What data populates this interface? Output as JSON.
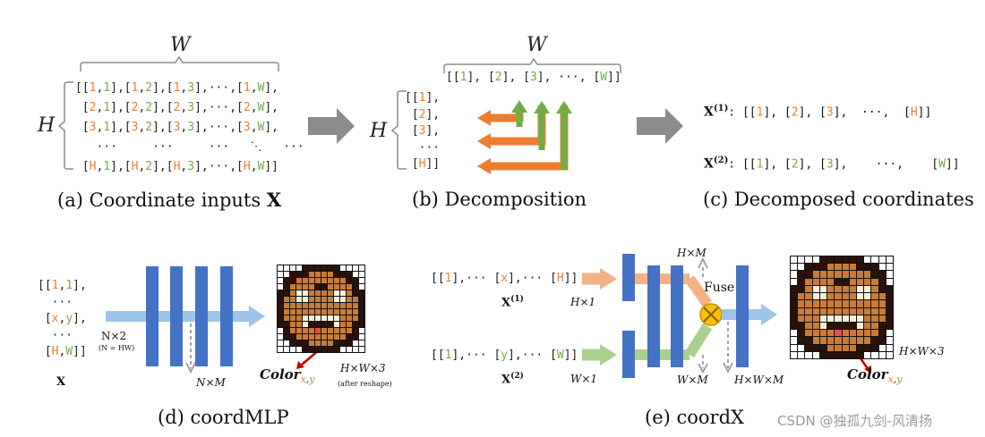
{
  "colors": {
    "orange": "#ed7d31",
    "green": "#70ad47",
    "blue": "#4472c4",
    "lightblue": "#9dc3e6",
    "gray": "#7f7f7f"
  },
  "panel_a": {
    "w_label": "W",
    "h_label": "H",
    "rows": [
      [
        [
          "[[",
          ""
        ],
        [
          "1",
          "o"
        ],
        [
          ",",
          ""
        ],
        [
          "1",
          "g"
        ],
        [
          "],[",
          ""
        ],
        [
          "1",
          "o"
        ],
        [
          ",",
          ""
        ],
        [
          "2",
          "g"
        ],
        [
          "],[",
          ""
        ],
        [
          "1",
          "o"
        ],
        [
          ",",
          ""
        ],
        [
          "3",
          "g"
        ],
        [
          "],···,[",
          ""
        ],
        [
          "1",
          "o"
        ],
        [
          ",",
          ""
        ],
        [
          "W",
          "g"
        ],
        [
          "],",
          ""
        ]
      ],
      [
        [
          " [",
          ""
        ],
        [
          "2",
          "o"
        ],
        [
          ",",
          ""
        ],
        [
          "1",
          "g"
        ],
        [
          "],[",
          ""
        ],
        [
          "2",
          "o"
        ],
        [
          ",",
          ""
        ],
        [
          "2",
          "g"
        ],
        [
          "],[",
          ""
        ],
        [
          "2",
          "o"
        ],
        [
          ",",
          ""
        ],
        [
          "3",
          "g"
        ],
        [
          "],···,[",
          ""
        ],
        [
          "2",
          "o"
        ],
        [
          ",",
          ""
        ],
        [
          "W",
          "g"
        ],
        [
          "],",
          ""
        ]
      ],
      [
        [
          " [",
          ""
        ],
        [
          "3",
          "o"
        ],
        [
          ",",
          ""
        ],
        [
          "1",
          "g"
        ],
        [
          "],[",
          ""
        ],
        [
          "3",
          "o"
        ],
        [
          ",",
          ""
        ],
        [
          "2",
          "g"
        ],
        [
          "],[",
          ""
        ],
        [
          "3",
          "o"
        ],
        [
          ",",
          ""
        ],
        [
          "3",
          "g"
        ],
        [
          "],···,[",
          ""
        ],
        [
          "3",
          "o"
        ],
        [
          ",",
          ""
        ],
        [
          "W",
          "g"
        ],
        [
          "],",
          ""
        ]
      ],
      [
        [
          "   ···     ···     ···   ⋱   ···",
          ""
        ]
      ],
      [
        [
          " [",
          ""
        ],
        [
          "H",
          "o"
        ],
        [
          ",",
          ""
        ],
        [
          "1",
          "g"
        ],
        [
          "],[",
          ""
        ],
        [
          "H",
          "o"
        ],
        [
          ",",
          ""
        ],
        [
          "2",
          "g"
        ],
        [
          "],[",
          ""
        ],
        [
          "H",
          "o"
        ],
        [
          ",",
          ""
        ],
        [
          "3",
          "g"
        ],
        [
          "],···,[",
          ""
        ],
        [
          "H",
          "o"
        ],
        [
          ",",
          ""
        ],
        [
          "W",
          "g"
        ],
        [
          "]]",
          ""
        ]
      ]
    ],
    "caption_prefix": "(a)  Coordinate inputs ",
    "caption_symbol": "X"
  },
  "panel_b": {
    "w_label": "W",
    "h_label": "H",
    "top_row": [
      [
        "[[",
        ""
      ],
      [
        "1",
        "g"
      ],
      [
        "], [",
        ""
      ],
      [
        "2",
        "g"
      ],
      [
        "], [",
        ""
      ],
      [
        "3",
        "g"
      ],
      [
        "], ···, [",
        ""
      ],
      [
        "W",
        "g"
      ],
      [
        "]]",
        ""
      ]
    ],
    "col": [
      [
        [
          "[[",
          ""
        ],
        [
          "1",
          "o"
        ],
        [
          "],",
          ""
        ]
      ],
      [
        [
          " [",
          ""
        ],
        [
          "2",
          "o"
        ],
        [
          "],",
          ""
        ]
      ],
      [
        [
          " [",
          ""
        ],
        [
          "3",
          "o"
        ],
        [
          "],",
          ""
        ]
      ],
      [
        [
          "  ···",
          ""
        ]
      ],
      [
        [
          " [",
          ""
        ],
        [
          "H",
          "o"
        ],
        [
          "]]",
          ""
        ]
      ]
    ],
    "caption": "(b)  Decomposition"
  },
  "panel_c": {
    "x1_label": "X",
    "x1_sup": "(1)",
    "x1_row": [
      [
        ": [[",
        ""
      ],
      [
        "1",
        "o"
      ],
      [
        "], [",
        ""
      ],
      [
        "2",
        "o"
      ],
      [
        "], [",
        ""
      ],
      [
        "3",
        "o"
      ],
      [
        "],  ···,  [",
        ""
      ],
      [
        "H",
        "o"
      ],
      [
        "]]",
        ""
      ]
    ],
    "x2_label": "X",
    "x2_sup": "(2)",
    "x2_row": [
      [
        ": [[",
        ""
      ],
      [
        "1",
        "g"
      ],
      [
        "], [",
        ""
      ],
      [
        "2",
        "g"
      ],
      [
        "], [",
        ""
      ],
      [
        "3",
        "g"
      ],
      [
        "],    ···,    [",
        ""
      ],
      [
        "W",
        "g"
      ],
      [
        "]]",
        ""
      ]
    ],
    "caption": "(c)  Decomposed coordinates"
  },
  "panel_d": {
    "input": [
      [
        [
          "[[",
          ""
        ],
        [
          "1",
          "o"
        ],
        [
          ",",
          ""
        ],
        [
          "1",
          "g"
        ],
        [
          "],",
          ""
        ]
      ],
      [
        [
          "  ···",
          ""
        ]
      ],
      [
        [
          " [",
          ""
        ],
        [
          "x",
          "o"
        ],
        [
          ",",
          ""
        ],
        [
          "y",
          "g"
        ],
        [
          "],",
          ""
        ]
      ],
      [
        [
          "  ···",
          ""
        ]
      ],
      [
        [
          " [",
          ""
        ],
        [
          "H",
          "o"
        ],
        [
          ",",
          ""
        ],
        [
          "W",
          "g"
        ],
        [
          "]]",
          ""
        ]
      ]
    ],
    "x_label": "X",
    "nx2": "N×2",
    "n_note": "(N = HW)",
    "nxm": "N×M",
    "color_label": "Color",
    "color_sub_x": "x",
    "color_sub_sep": ",",
    "color_sub_y": "y",
    "hxwx3": "H×W×3",
    "after_reshape": "(after reshape)",
    "caption": "(d)  coordMLP"
  },
  "panel_e": {
    "row1": [
      [
        "[[",
        ""
      ],
      [
        "1",
        "o"
      ],
      [
        "],··· [",
        ""
      ],
      [
        "x",
        "o"
      ],
      [
        "],··· [",
        ""
      ],
      [
        "H",
        "o"
      ],
      [
        "]]",
        ""
      ]
    ],
    "row2": [
      [
        "[[",
        ""
      ],
      [
        "1",
        "g"
      ],
      [
        "],··· [",
        ""
      ],
      [
        "y",
        "g"
      ],
      [
        "],··· [",
        ""
      ],
      [
        "W",
        "g"
      ],
      [
        "]]",
        ""
      ]
    ],
    "x1_label": "X",
    "x1_sup": "(1)",
    "x2_label": "X",
    "x2_sup": "(2)",
    "hx1": "H×1",
    "wx1": "W×1",
    "hxm": "H×M",
    "wxm": "W×M",
    "hxwxm": "H×W×M",
    "hxwx3": "H×W×3",
    "fuse": "Fuse",
    "color_label": "Color",
    "color_sub_x": "x",
    "color_sub_sep": ",",
    "color_sub_y": "y",
    "caption": "(e)  coordX"
  },
  "watermark": "CSDN @独孤九剑-风清扬"
}
